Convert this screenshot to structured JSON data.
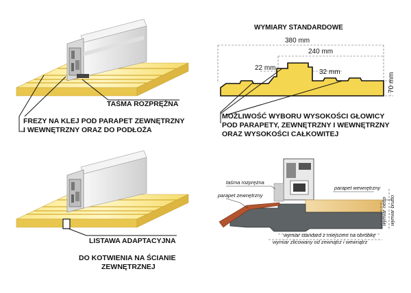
{
  "colors": {
    "wood_light": "#fff2a8",
    "wood_mid": "#f2d45c",
    "wood_dark": "#d9b23a",
    "frame_light": "#e6e6e6",
    "frame_dark": "#6a6a6a",
    "sill_grey": "#5e6366",
    "sill_edge": "#a04a2c",
    "parapet": "#e8c98a",
    "label_line": "#111111"
  },
  "panel_top_left": {
    "label_tape": "TAŚMA ROZPRĘŻNA",
    "label_grooves_line1": "FREZY NA KLEJ POD PARAPET ZEWNĘTRZNY",
    "label_grooves_line2": "I WEWNĘTRZNY ORAZ DO PODŁOŻA"
  },
  "panel_top_right": {
    "title": "WYMIARY STANDARDOWE",
    "dim_total": "380 mm",
    "dim_inner": "240 mm",
    "dim_step_left": "22 mm",
    "dim_step_right": "32 mm",
    "dim_height": "70 mm",
    "note_line1": "MOŻLIWOŚĆ WYBORU WYSOKOŚCI GŁOWICY",
    "note_line2": "POD PARAPETY, ZEWNĘTRZNY I WEWNĘTRZNY",
    "note_line3": "ORAZ WYSOKOŚCI CAŁKOWITEJ"
  },
  "panel_bottom_left": {
    "label_strip": "LISTAWA ADAPTACYJNA",
    "label_anchor_line1": "DO KOTWIENIA NA ŚCIANIE",
    "label_anchor_line2": "ZEWNĘTRZNEJ"
  },
  "panel_bottom_right": {
    "label_tape": "taśma rozprężna",
    "label_outer_sill": "parapet zewnętrzny",
    "label_inner_sill": "parapet wewnętrzny",
    "label_net_height": "wymiar netto",
    "label_gross_height": "wymiar brutto",
    "label_std_width": "wymiar standard z miejscem na obróbkę",
    "label_flush_width": "wymiar zlicowany od zewnątrz i wewnątrz"
  }
}
